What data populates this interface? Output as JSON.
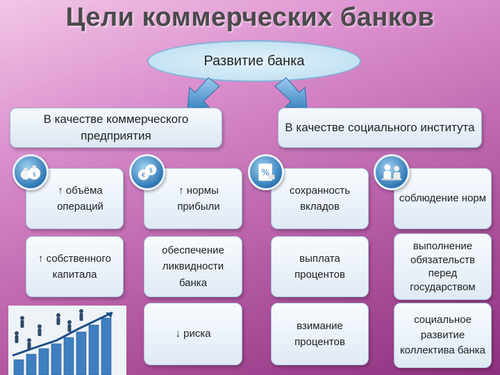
{
  "title": "Цели коммерческих банков",
  "oval": "Развитие банка",
  "headers": {
    "left": "В качестве коммерческого предприятия",
    "right": "В качестве социального института"
  },
  "cards": {
    "c1r1": "↑ объёма операций",
    "c2r1": "↑ нормы прибыли",
    "c3r1": "сохранность вкладов",
    "c4r1": "соблюдение норм",
    "c1r2": "↑ собственного капитала",
    "c2r2": "обеспечение ликвидности банка",
    "c3r2": "выплата процентов",
    "c4r2": "выполнение обязательств перед государством",
    "c2r3": "↓ риска",
    "c3r3": "взимание процентов",
    "c4r3": "социальное развитие коллектива банка"
  },
  "icons": [
    "money-bags-icon",
    "dollar-coins-icon",
    "percent-document-icon",
    "business-people-icon"
  ],
  "colors": {
    "background_top": "#f3c6e6",
    "background_bottom": "#8e2f7e",
    "card_fill": "#eef4fa",
    "icon_blue": "#2f78b5",
    "arrow_blue": "#3f87c4"
  }
}
